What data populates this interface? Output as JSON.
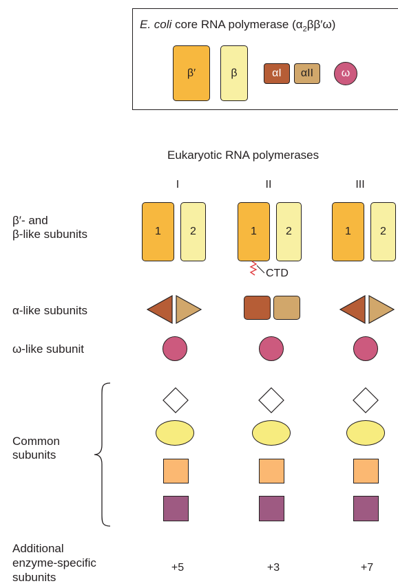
{
  "ecoli": {
    "title_italic": "E. coli",
    "title_rest": " core RNA polymerase (α",
    "title_sub": "2",
    "title_end": "ββ′ω)",
    "beta_prime": "β′",
    "beta": "β",
    "alpha1": "αI",
    "alpha2": "αII",
    "omega": "ω"
  },
  "eukaryotic": {
    "heading": "Eukaryotic RNA polymerases",
    "columns": [
      "I",
      "II",
      "III"
    ],
    "large_subunit_labels": [
      "1",
      "2"
    ],
    "ctd_label": "CTD",
    "additional_counts": [
      "+5",
      "+3",
      "+7"
    ]
  },
  "rows": {
    "beta_like": [
      "β′- and",
      "β-like subunits"
    ],
    "alpha_like": "α-like subunits",
    "omega_like": "ω-like subunit",
    "common": [
      "Common",
      "subunits"
    ],
    "additional": [
      "Additional",
      "enzyme-specific",
      "subunits"
    ]
  },
  "colors": {
    "beta_prime": "#f7b83f",
    "beta": "#f8f0a3",
    "alpha1": "#b65d36",
    "alpha2": "#d1a76b",
    "omega": "#cc5a7e",
    "ellipse": "#f7ec7f",
    "square_orange": "#fbb872",
    "square_purple": "#9e5a82",
    "ctd": "#e03a3e"
  }
}
